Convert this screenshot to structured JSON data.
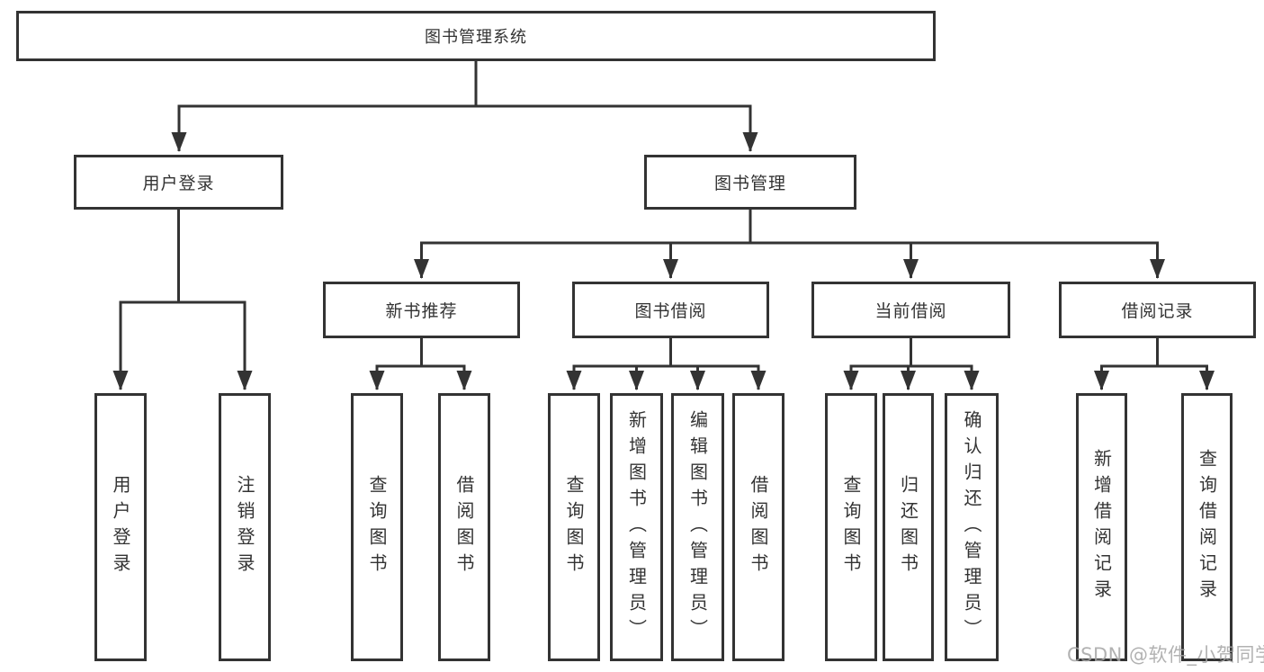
{
  "diagram": {
    "type": "tree",
    "colors": {
      "line": "#333333",
      "border": "#333333",
      "text": "#333333",
      "background": "#ffffff",
      "watermark": "#a5a5a5"
    },
    "root": {
      "label": "图书管理系统"
    },
    "level2": [
      {
        "id": "user-login",
        "label": "用户登录"
      },
      {
        "id": "book-management",
        "label": "图书管理"
      }
    ],
    "level3": [
      {
        "id": "new-book-recommendation",
        "label": "新书推荐",
        "parent": "图书管理"
      },
      {
        "id": "book-borrowing",
        "label": "图书借阅",
        "parent": "图书管理"
      },
      {
        "id": "current-borrowing",
        "label": "当前借阅",
        "parent": "图书管理"
      },
      {
        "id": "borrowing-records",
        "label": "借阅记录",
        "parent": "图书管理"
      }
    ],
    "leaves": [
      {
        "label": "用户登录",
        "parent": "用户登录"
      },
      {
        "label": "注销登录",
        "parent": "用户登录"
      },
      {
        "label": "查询图书",
        "parent": "新书推荐"
      },
      {
        "label": "借阅图书",
        "parent": "新书推荐"
      },
      {
        "label": "查询图书",
        "parent": "图书借阅"
      },
      {
        "label": "新增图书（管理员）",
        "parent": "图书借阅"
      },
      {
        "label": "编辑图书（管理员）",
        "parent": "图书借阅"
      },
      {
        "label": "借阅图书",
        "parent": "图书借阅"
      },
      {
        "label": "查询图书",
        "parent": "当前借阅"
      },
      {
        "label": "归还图书",
        "parent": "当前借阅"
      },
      {
        "label": "确认归还（管理员）",
        "parent": "当前借阅"
      },
      {
        "label": "新增借阅记录",
        "parent": "借阅记录"
      },
      {
        "label": "查询借阅记录",
        "parent": "借阅记录"
      }
    ],
    "hierarchy": {
      "图书管理系统": [
        "用户登录",
        "图书管理"
      ],
      "用户登录": [
        "用户登录",
        "注销登录"
      ],
      "图书管理": [
        "新书推荐",
        "图书借阅",
        "当前借阅",
        "借阅记录"
      ],
      "新书推荐": [
        "查询图书",
        "借阅图书"
      ],
      "图书借阅": [
        "查询图书",
        "新增图书（管理员）",
        "编辑图书（管理员）",
        "借阅图书"
      ],
      "当前借阅": [
        "查询图书",
        "归还图书",
        "确认归还（管理员）"
      ],
      "借阅记录": [
        "新增借阅记录",
        "查询借阅记录"
      ]
    },
    "watermark": {
      "text": "CSDN @软件_小贺同学"
    }
  }
}
